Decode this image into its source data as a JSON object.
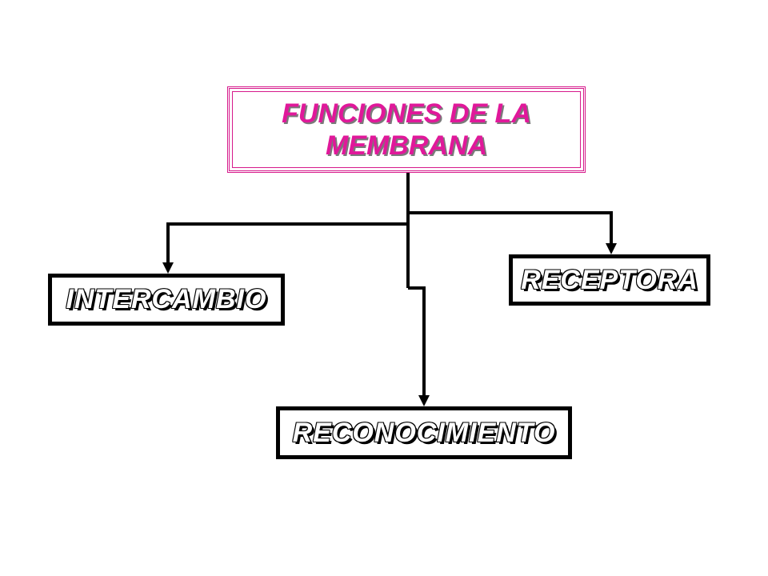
{
  "diagram": {
    "title": "FUNCIONES DE LA MEMBRANA",
    "nodes": {
      "intercambio": "INTERCAMBIO",
      "receptora": "RECEPTORA",
      "reconocimiento": "RECONOCIMIENTO"
    }
  },
  "colors": {
    "title_text": "#e0189a",
    "title_border": "#d61a8c",
    "node_border": "#000000",
    "node_text": "#ffffff",
    "connector": "#000000"
  }
}
